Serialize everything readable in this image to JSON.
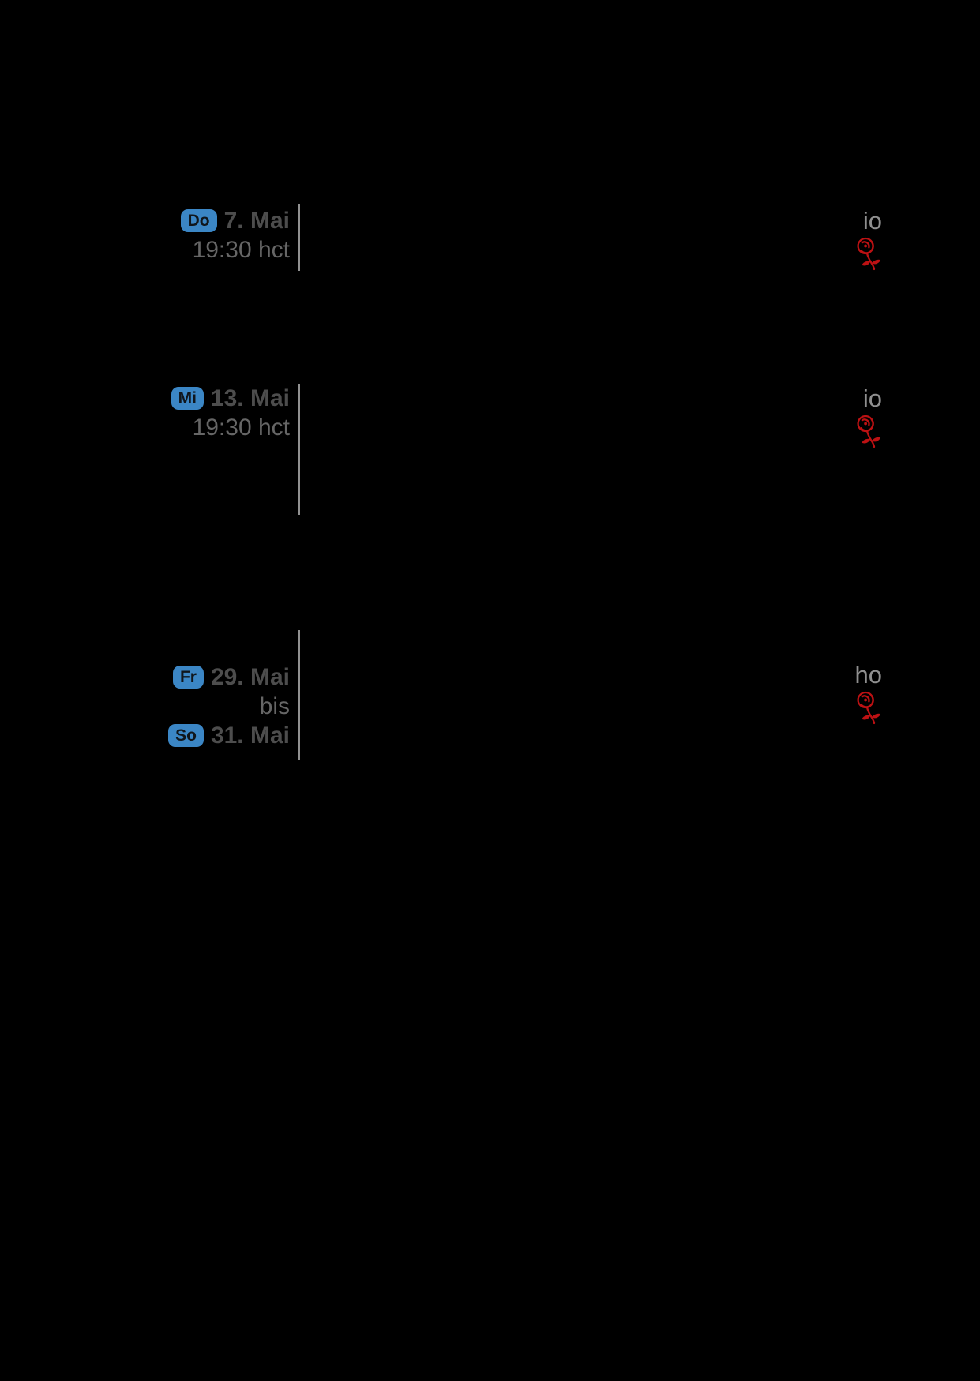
{
  "page": {
    "background_color": "#000000",
    "description": "event-calendar fragment on transparent/black background"
  },
  "colors": {
    "badge_bg": "#3b86c5",
    "badge_text": "#10161c",
    "date_text": "#4d4d4d",
    "time_text": "#666666",
    "divider": "#919191",
    "label_text": "#8f8f8f",
    "rose_red": "#bd1113"
  },
  "events": [
    {
      "day_badge": "Do",
      "date": "7. Mai",
      "time": "19:30 hct",
      "location_fragment": "io",
      "icon": "rose-icon"
    },
    {
      "day_badge": "Mi",
      "date": "13. Mai",
      "time": "19:30 hct",
      "location_fragment": "io",
      "icon": "rose-icon"
    },
    {
      "start_day_badge": "Fr",
      "start_date": "29. Mai",
      "range_connector": "bis",
      "end_day_badge": "So",
      "end_date": "31. Mai",
      "location_fragment": "ho",
      "icon": "rose-icon"
    }
  ]
}
